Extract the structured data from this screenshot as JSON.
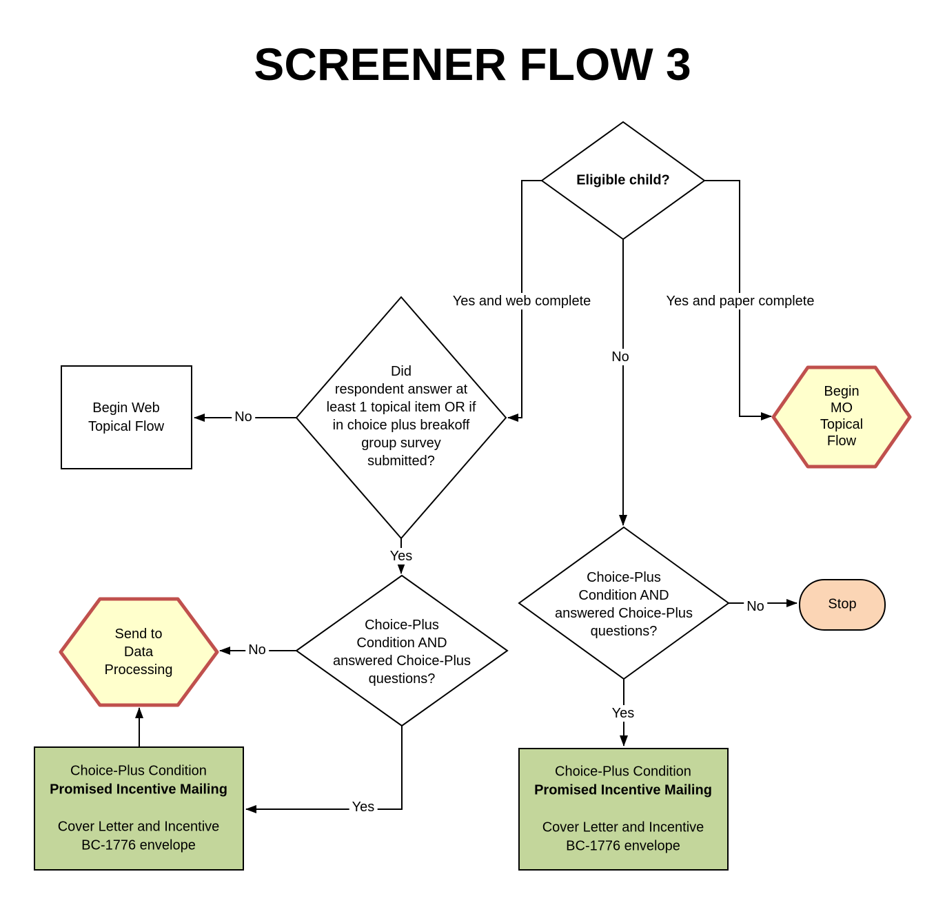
{
  "title": "SCREENER FLOW 3",
  "colors": {
    "line": "#000000",
    "plain_fill": "#FFFFFF",
    "hexagon_fill": "#FFFFCC",
    "hexagon_border": "#C0504D",
    "incentive_fill": "#C3D69B",
    "incentive_border": "#000000",
    "stop_fill": "#FBD5B5"
  },
  "nodes": {
    "eligible_child": {
      "label": "Eligible child?"
    },
    "did_respond": {
      "lines": [
        "Did",
        "respondent answer at",
        "least 1 topical item OR if",
        "in choice plus breakoff",
        "group survey",
        "submitted?"
      ]
    },
    "begin_web": {
      "lines": [
        "Begin Web",
        "Topical Flow"
      ]
    },
    "begin_mo": {
      "lines": [
        "Begin",
        "MO",
        "Topical",
        "Flow"
      ]
    },
    "choice_plus_web": {
      "lines": [
        "Choice-Plus",
        "Condition AND",
        "answered Choice-Plus",
        "questions?"
      ]
    },
    "choice_plus_no": {
      "lines": [
        "Choice-Plus",
        "Condition AND",
        "answered Choice-Plus",
        "questions?"
      ]
    },
    "send_to_dp": {
      "lines": [
        "Send to",
        "Data",
        "Processing"
      ]
    },
    "stop": {
      "label": "Stop"
    },
    "incentive_left": {
      "lines": [
        "Choice-Plus Condition",
        "Promised Incentive Mailing",
        "",
        "Cover Letter and Incentive",
        "BC-1776 envelope"
      ]
    },
    "incentive_right": {
      "lines": [
        "Choice-Plus Condition",
        "Promised Incentive Mailing",
        "",
        "Cover Letter and Incentive",
        "BC-1776 envelope"
      ]
    }
  },
  "edge_labels": {
    "yes_web_complete": "Yes and web complete",
    "yes_paper_complete": "Yes and paper complete",
    "no_center": "No",
    "no_to_begin_web": "No",
    "yes_to_choice_plus": "Yes",
    "no_to_send_dp": "No",
    "yes_to_incentive_left": "Yes",
    "no_to_stop": "No",
    "yes_to_incentive_right": "Yes"
  }
}
